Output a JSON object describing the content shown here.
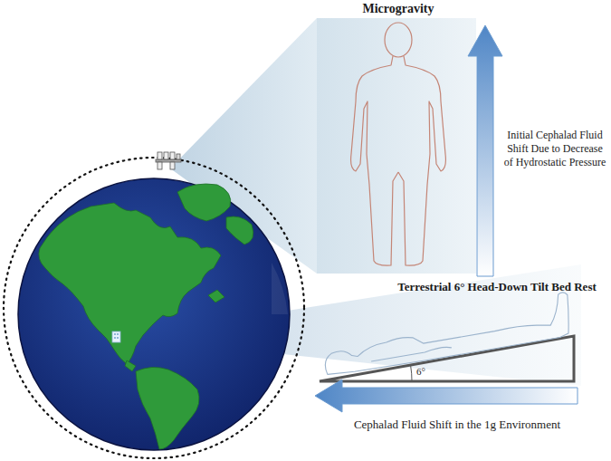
{
  "diagram": {
    "nodes": [
      {
        "text": [
          "Microgravity"
        ]
      },
      {
        "text": [
          "Terrestrial 6° Head-Down Tilt Bed Rest"
        ]
      }
    ],
    "labels": [
      "Initial Cephalad Fluid Shift Due to Decrease of Hydrostatic Pressure",
      "6°",
      "Cephalad Fluid Shift in the 1g Environment"
    ]
  }
}
